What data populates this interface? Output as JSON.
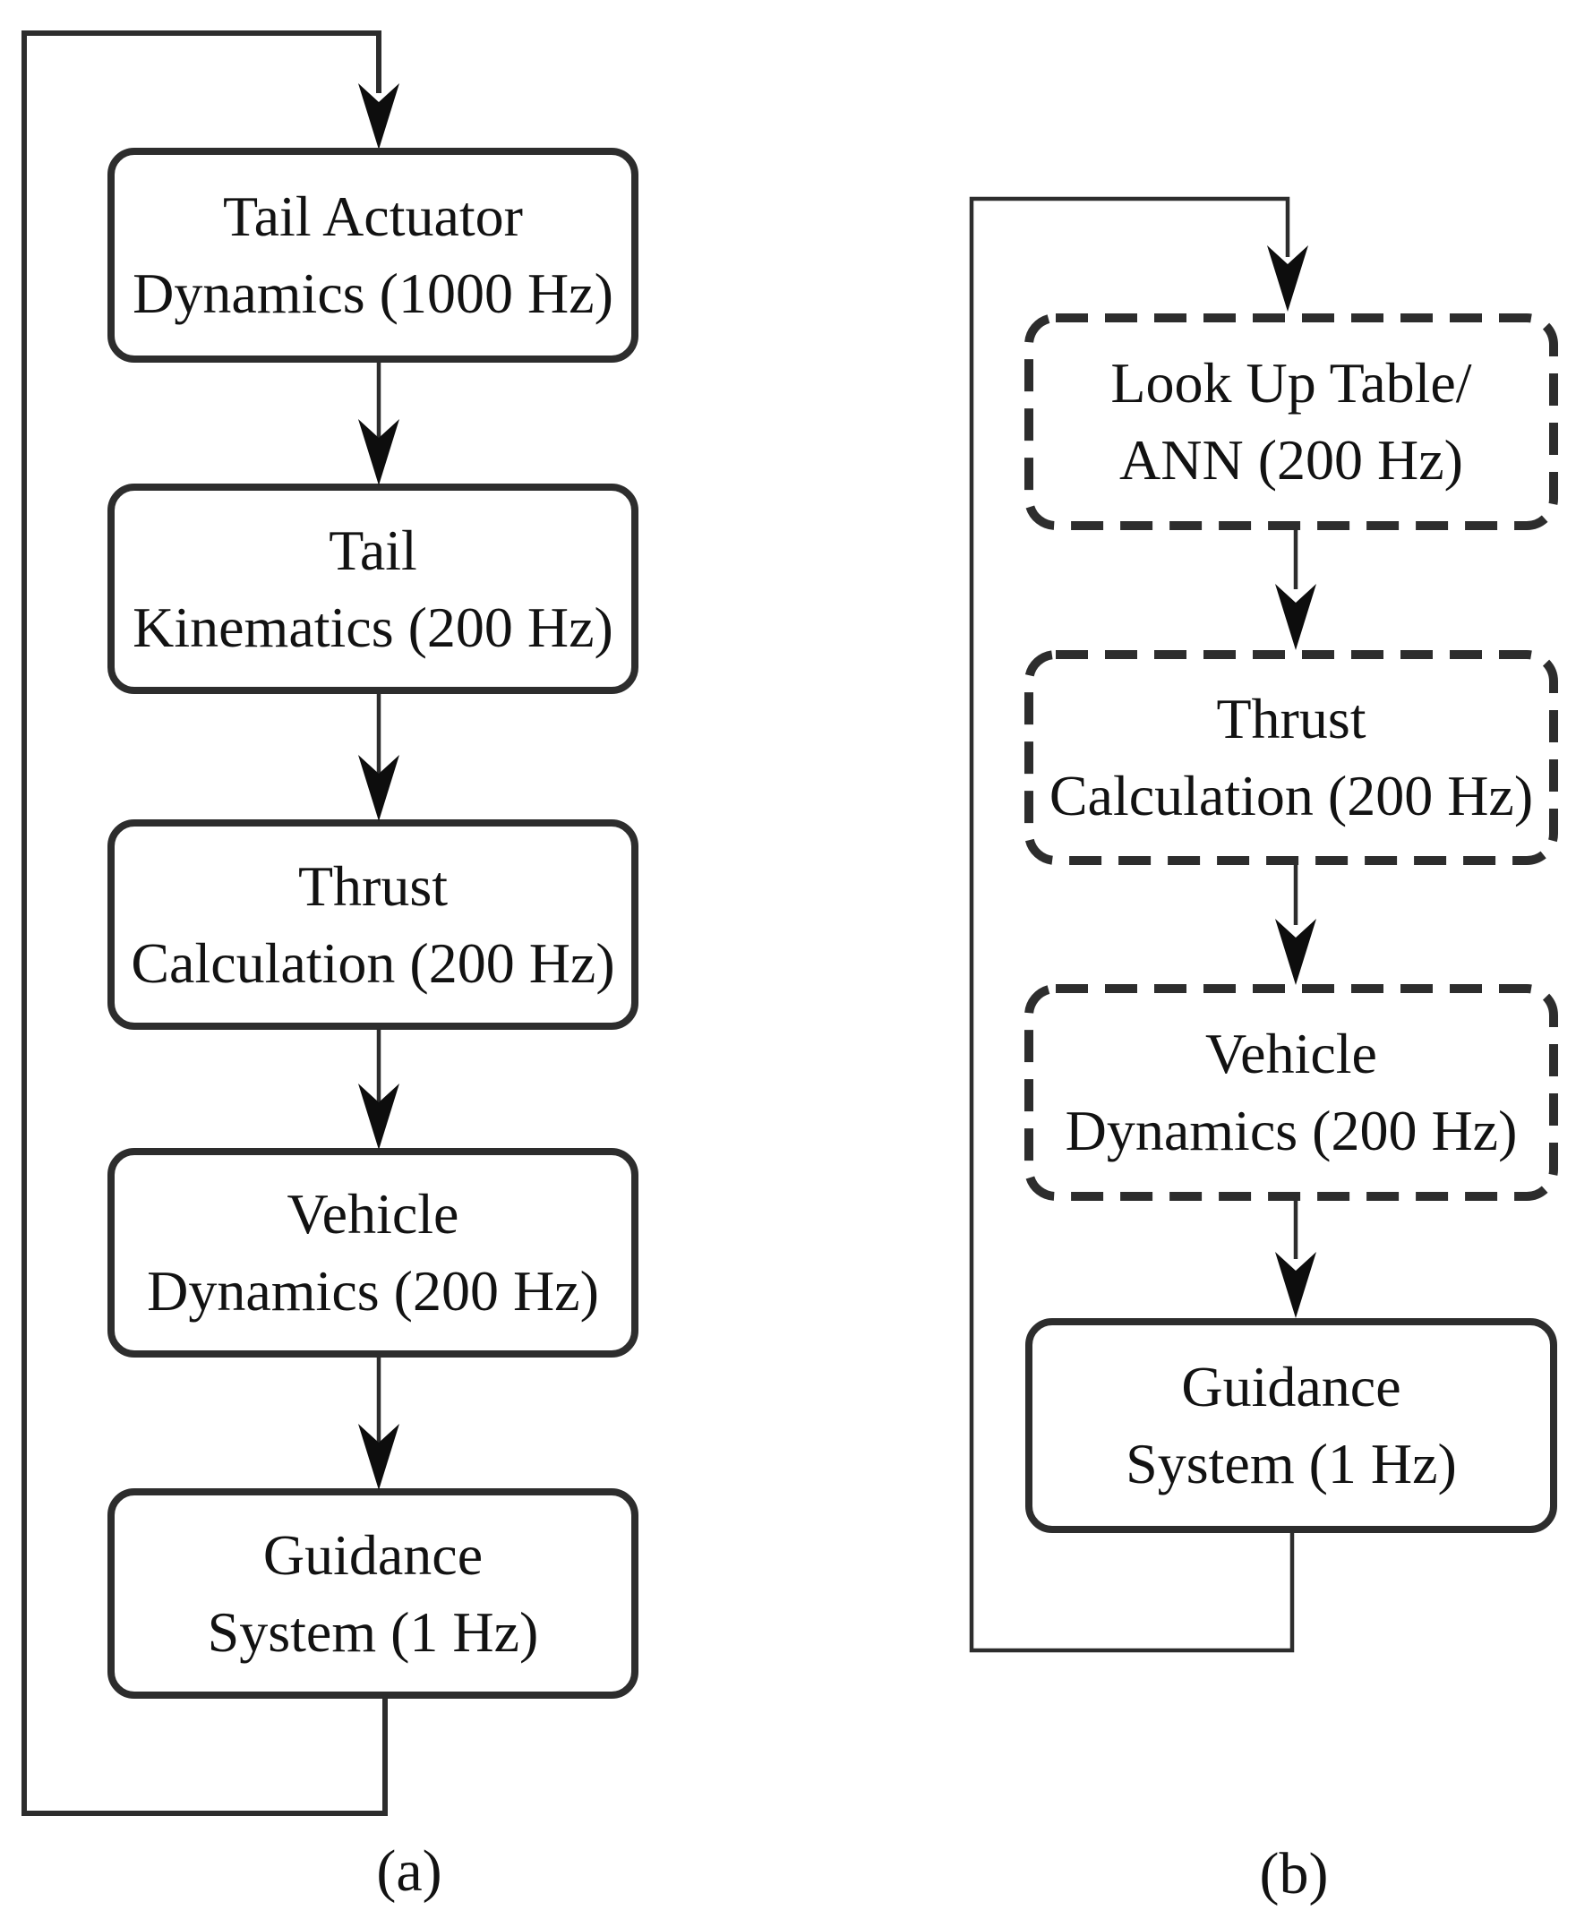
{
  "figure": {
    "background_color": "#ffffff",
    "line_color": "#2d2d2d",
    "text_color": "#121212",
    "panels": {
      "a": {
        "label": "(a)",
        "loop": "feedback from bottom box to top box",
        "boxes": [
          {
            "line1": "Tail Actuator",
            "line2": "Dynamics (1000 Hz)",
            "border": "solid"
          },
          {
            "line1": "Tail",
            "line2": "Kinematics (200 Hz)",
            "border": "solid"
          },
          {
            "line1": "Thrust",
            "line2": "Calculation (200 Hz)",
            "border": "solid"
          },
          {
            "line1": "Vehicle",
            "line2": "Dynamics (200 Hz)",
            "border": "solid"
          },
          {
            "line1": "Guidance",
            "line2": "System (1 Hz)",
            "border": "solid"
          }
        ]
      },
      "b": {
        "label": "(b)",
        "loop": "feedback from bottom box to top box",
        "boxes": [
          {
            "line1": "Look Up Table/",
            "line2": "ANN (200 Hz)",
            "border": "dashed"
          },
          {
            "line1": "Thrust",
            "line2": "Calculation (200 Hz)",
            "border": "dashed"
          },
          {
            "line1": "Vehicle",
            "line2": "Dynamics (200 Hz)",
            "border": "dashed"
          },
          {
            "line1": "Guidance",
            "line2": "System (1 Hz)",
            "border": "solid"
          }
        ]
      }
    }
  }
}
